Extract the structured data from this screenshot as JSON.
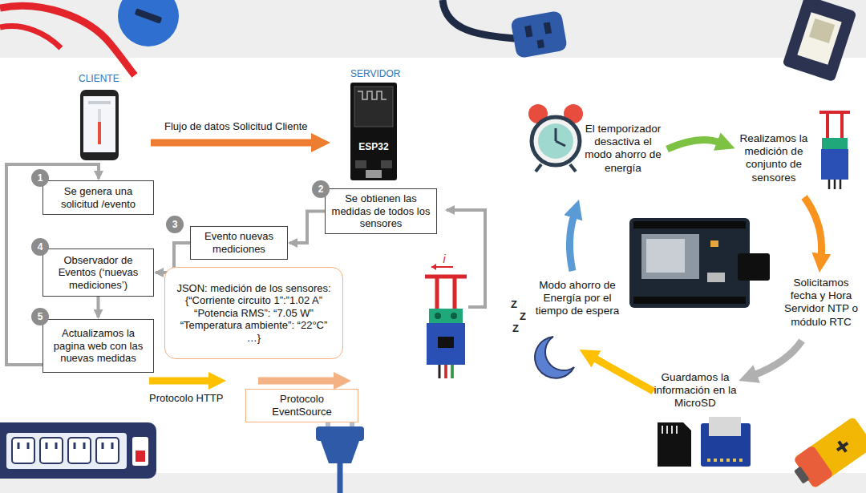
{
  "diagram": {
    "nodes": [
      {
        "text": [
          "Se genera una solicitud /evento"
        ]
      },
      {
        "text": [
          "Se obtienen las medidas de todos los sensores"
        ]
      },
      {
        "text": [
          "Evento nuevas mediciones"
        ]
      },
      {
        "text": [
          "Observador de Eventos (‘nuevas mediciones’)"
        ]
      },
      {
        "text": [
          "Actualizamos la pagina web con las nuevas medidas"
        ]
      },
      {
        "text": [
          "JSON: medición de los sensores:",
          "{“Corriente circuito 1”:”1.02 A”",
          "“Potencia RMS”: “7.05 W”",
          "“Temperatura ambiente”: “22°C”",
          "…}"
        ]
      },
      {
        "text": [
          "Protocolo EventSource"
        ]
      }
    ],
    "edges": [
      {
        "from": 1,
        "to": 2,
        "arrow": "to"
      },
      {
        "from": 2,
        "to": 3,
        "arrow": "to"
      },
      {
        "from": 3,
        "to": 4,
        "arrow": "to"
      },
      {
        "from": 4,
        "to": 0,
        "arrow": "to"
      }
    ],
    "labels": [
      "CLIENTE",
      "SERVIDOR",
      "ESP32",
      "Flujo de datos Solicitud Cliente",
      "1",
      "2",
      "3",
      "4",
      "5",
      "i",
      "Protocolo HTTP",
      "El temporizador desactiva el modo ahorro de energía",
      "Realizamos la medición de conjunto de sensores",
      "Solicitamos fecha y Hora Servidor NTP o módulo RTC",
      "Guardamos la información en la MicroSD",
      "Modo ahorro de Energía por el tiempo de espera",
      "Z",
      "Z",
      "Z"
    ]
  }
}
